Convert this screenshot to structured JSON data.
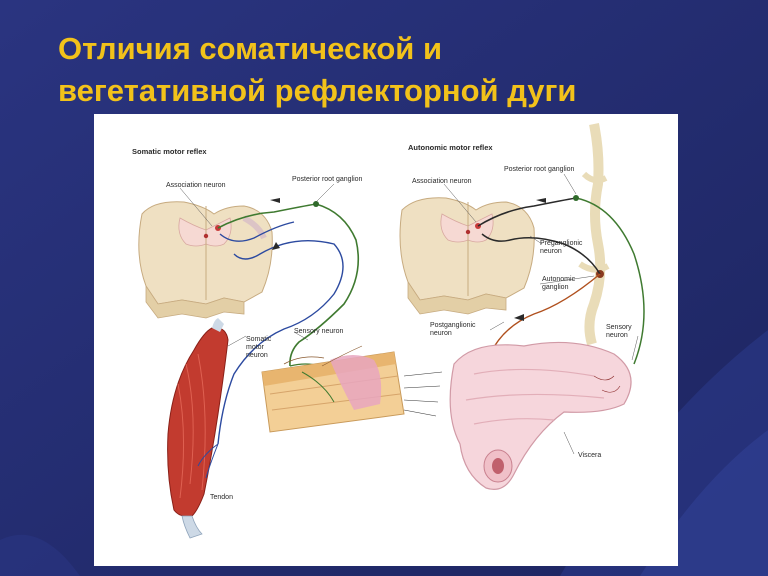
{
  "slide": {
    "title_line1": "Отличия соматической и",
    "title_line2": "вегетативной рефлекторной дуги",
    "colors": {
      "background": "#232c6e",
      "title": "#f2c21a",
      "figure_bg": "#ffffff"
    }
  },
  "figure": {
    "somatic": {
      "heading": "Somatic motor reflex",
      "association_neuron": "Association neuron",
      "posterior_root_ganglion": "Posterior root ganglion",
      "sensory_neuron": "Sensory neuron",
      "somatic_motor_neuron": "Somatic\nmotor\nneuron",
      "tendon": "Tendon"
    },
    "autonomic": {
      "heading": "Autonomic motor reflex",
      "association_neuron": "Association neuron",
      "posterior_root_ganglion": "Posterior root ganglion",
      "preganglionic_neuron": "Preganglionic\nneuron",
      "autonomic_ganglion": "Autonomic\nganglion",
      "postganglionic_neuron": "Postganglionic\nneuron",
      "sensory_neuron": "Sensory\nneuron",
      "viscera": "Viscera"
    }
  }
}
